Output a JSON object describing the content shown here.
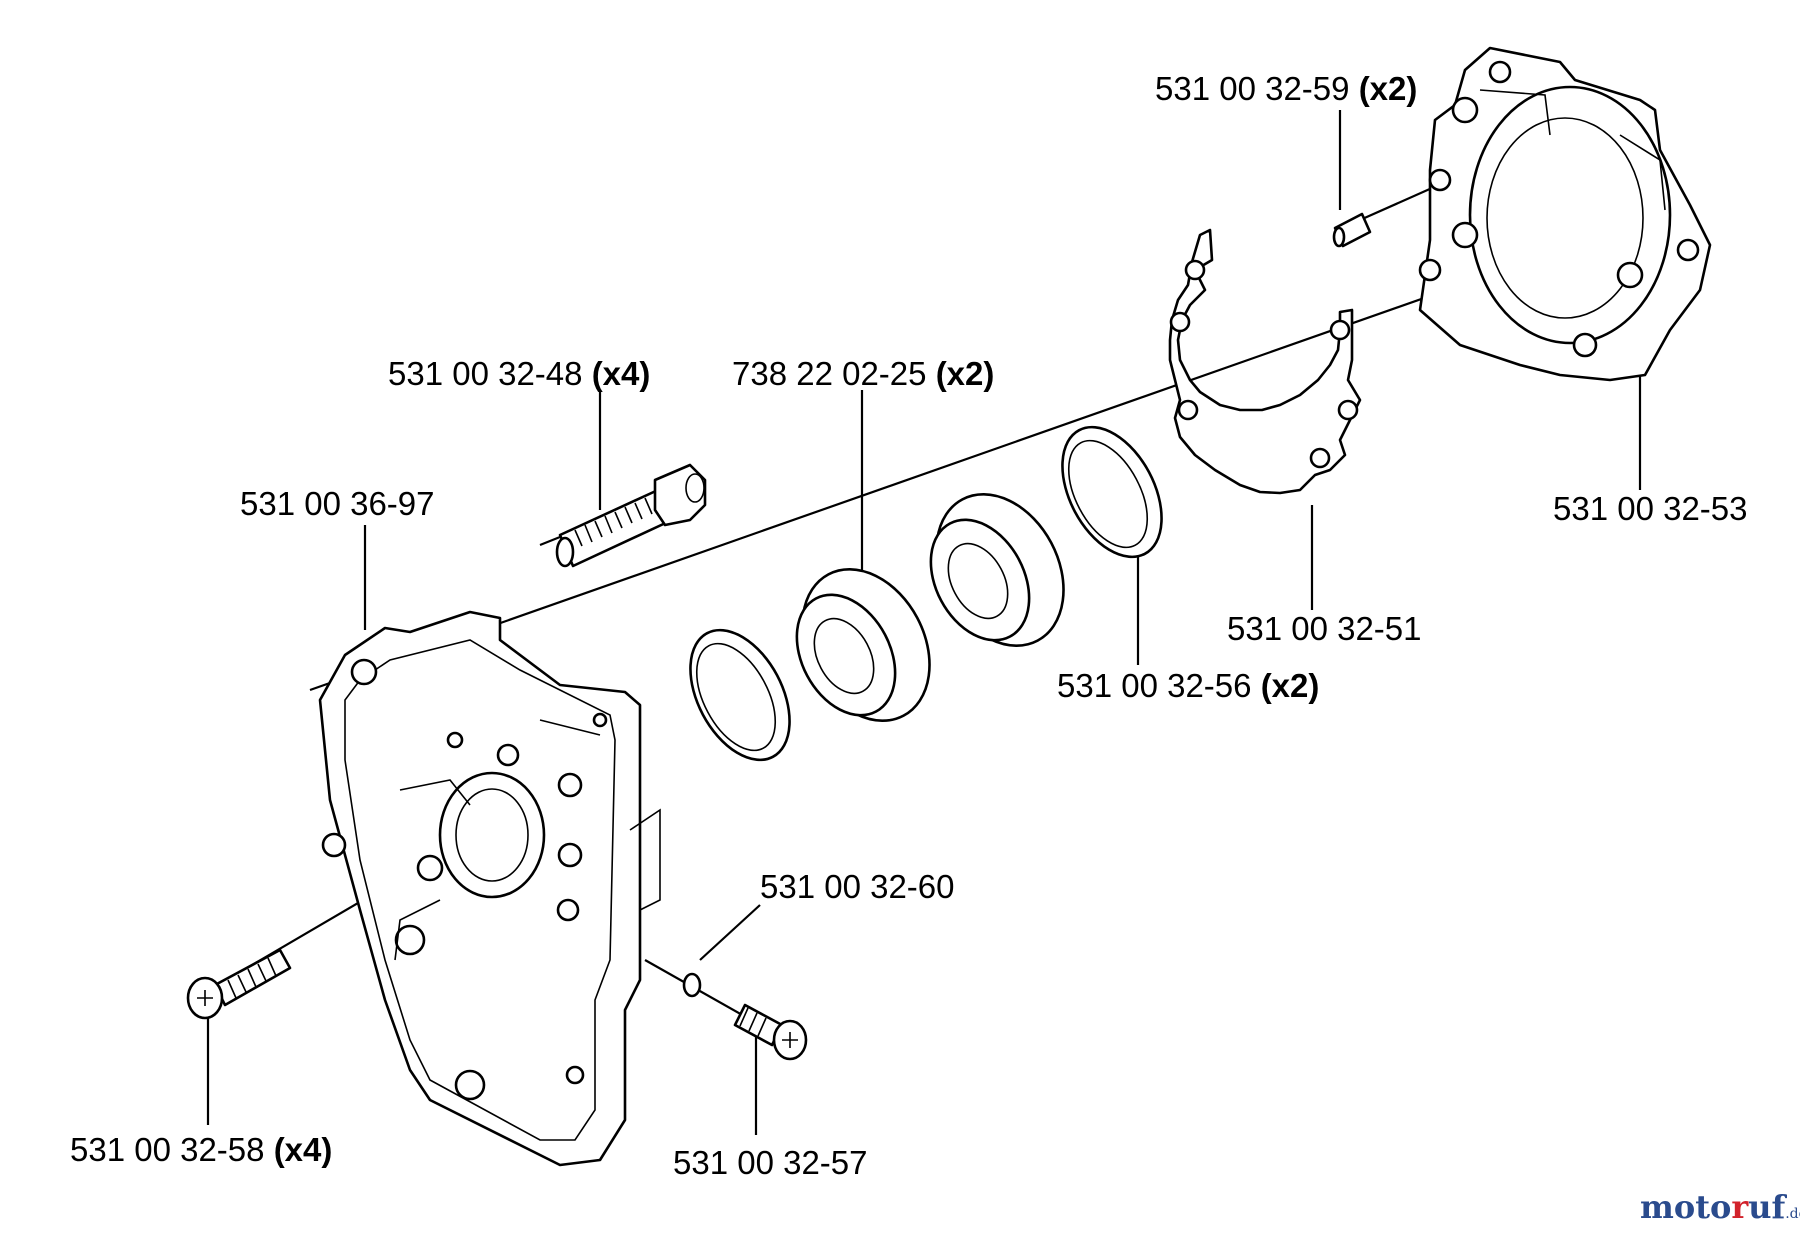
{
  "parts": [
    {
      "id": "p5310032-59",
      "number": "531 00 32-59",
      "qty": "(x2)"
    },
    {
      "id": "p5310032-48",
      "number": "531 00 32-48",
      "qty": "(x4)"
    },
    {
      "id": "p7382202-25",
      "number": "738 22 02-25",
      "qty": "(x2)"
    },
    {
      "id": "p5310036-97",
      "number": "531 00 36-97",
      "qty": ""
    },
    {
      "id": "p5310032-53",
      "number": "531 00 32-53",
      "qty": ""
    },
    {
      "id": "p5310032-51",
      "number": "531 00 32-51",
      "qty": ""
    },
    {
      "id": "p5310032-56",
      "number": "531 00 32-56",
      "qty": "(x2)"
    },
    {
      "id": "p5310032-60",
      "number": "531 00 32-60",
      "qty": ""
    },
    {
      "id": "p5310032-58",
      "number": "531 00 32-58",
      "qty": "(x4)"
    },
    {
      "id": "p5310032-57",
      "number": "531 00 32-57",
      "qty": ""
    }
  ],
  "watermark": {
    "part1": "moto",
    "part2": "r",
    "part3": "uf",
    "part4": ".de"
  }
}
